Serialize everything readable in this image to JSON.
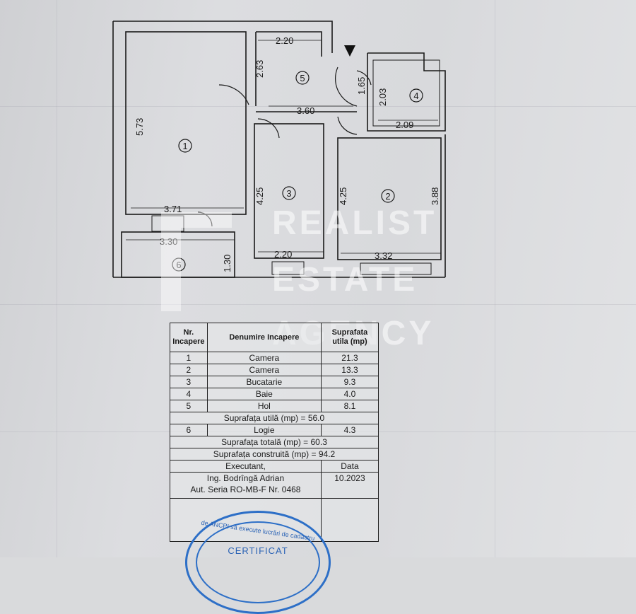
{
  "plan": {
    "rooms": [
      "1",
      "2",
      "3",
      "4",
      "5",
      "6"
    ],
    "dimensions": {
      "r5_width": "2.20",
      "r5_height": "2.63",
      "r5_length": "3.60",
      "r5_side": "1.65",
      "r4_height": "2.03",
      "r4_width": "2.09",
      "r1_height": "5.73",
      "r1_width": "3.71",
      "r6_width": "3.30",
      "r6_height": "1.30",
      "r3_height": "4.25",
      "r3_width": "2.20",
      "r2_height_left": "4.25",
      "r2_height_right": "3.88",
      "r2_width": "3.32"
    }
  },
  "watermark": {
    "line1": "REALIST",
    "line2": "ESTATE",
    "line3": "AGENCY"
  },
  "table": {
    "headers": {
      "nr": "Nr. Incapere",
      "name": "Denumire Incapere",
      "area": "Suprafata utila (mp)"
    },
    "rows": [
      {
        "nr": "1",
        "name": "Camera",
        "area": "21.3"
      },
      {
        "nr": "2",
        "name": "Camera",
        "area": "13.3"
      },
      {
        "nr": "3",
        "name": "Bucatarie",
        "area": "9.3"
      },
      {
        "nr": "4",
        "name": "Baie",
        "area": "4.0"
      },
      {
        "nr": "5",
        "name": "Hol",
        "area": "8.1"
      }
    ],
    "useful_total": "Suprafața utilă (mp) = 56.0",
    "loggia": {
      "nr": "6",
      "name": "Logie",
      "area": "4.3"
    },
    "total": "Suprafața totală (mp) = 60.3",
    "built": "Suprafața construită (mp) = 94.2",
    "executant_label": "Executant,",
    "date_label": "Data",
    "engineer": "Ing. Bodrîngă Adrian",
    "authorization": "Aut. Seria RO-MB-F Nr. 0468",
    "date": "10.2023"
  },
  "stamp": {
    "arc_text": "de ANCPI să execute lucrări de cadastru",
    "title": "CERTIFICAT"
  }
}
